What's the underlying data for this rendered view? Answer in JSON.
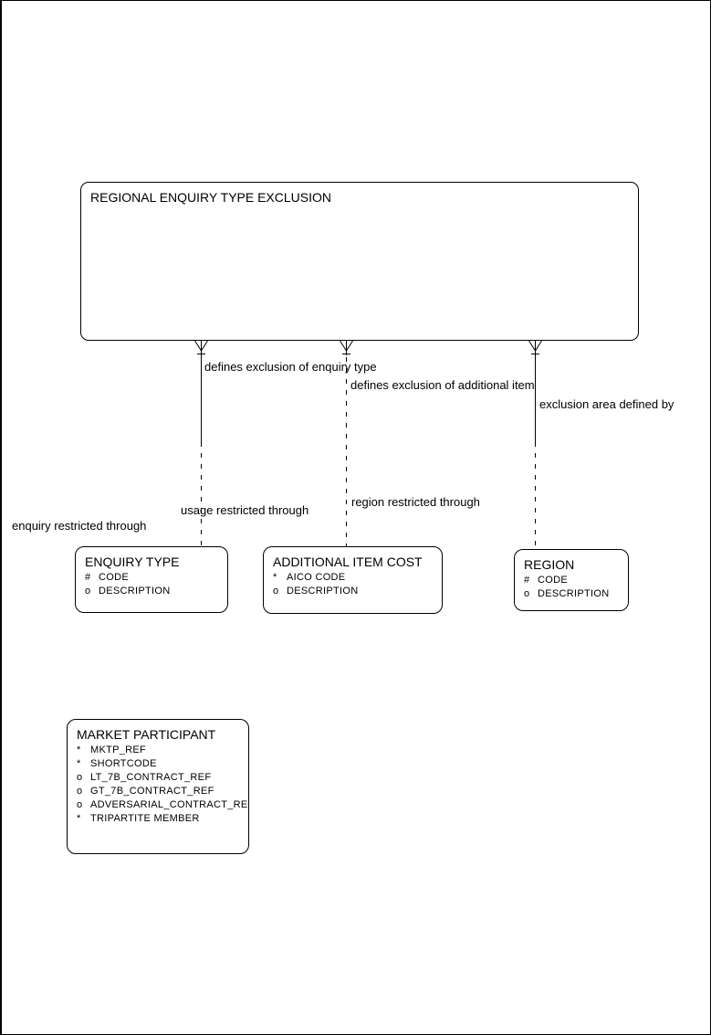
{
  "diagram": {
    "kind": "entity-relationship-diagram",
    "background_color": "#ffffff",
    "line_color": "#000000",
    "entities": [
      {
        "title": "REGIONAL ENQUIRY TYPE EXCLUSION",
        "attributes": []
      },
      {
        "title": "ENQUIRY TYPE",
        "attributes": [
          {
            "prefix": "#",
            "name": "CODE"
          },
          {
            "prefix": "o",
            "name": "DESCRIPTION"
          }
        ]
      },
      {
        "title": "ADDITIONAL ITEM COST",
        "attributes": [
          {
            "prefix": "*",
            "name": "AICO CODE"
          },
          {
            "prefix": "o",
            "name": "DESCRIPTION"
          }
        ]
      },
      {
        "title": "REGION",
        "attributes": [
          {
            "prefix": "#",
            "name": "CODE"
          },
          {
            "prefix": "o",
            "name": "DESCRIPTION"
          }
        ]
      },
      {
        "title": "MARKET PARTICIPANT",
        "attributes": [
          {
            "prefix": "*",
            "name": "MKTP_REF"
          },
          {
            "prefix": "*",
            "name": "SHORTCODE"
          },
          {
            "prefix": "o",
            "name": "LT_7B_CONTRACT_REF"
          },
          {
            "prefix": "o",
            "name": "GT_7B_CONTRACT_REF"
          },
          {
            "prefix": "o",
            "name": "ADVERSARIAL_CONTRACT_REF"
          },
          {
            "prefix": "*",
            "name": "TRIPARTITE MEMBER"
          }
        ]
      }
    ],
    "relationship_labels": [
      {
        "text": "defines exclusion of enquiry type"
      },
      {
        "text": "defines exclusion of additional item"
      },
      {
        "text": "exclusion area defined by"
      },
      {
        "text": "usage restricted through"
      },
      {
        "text": "region restricted through"
      },
      {
        "text": "enquiry restricted through"
      }
    ]
  }
}
